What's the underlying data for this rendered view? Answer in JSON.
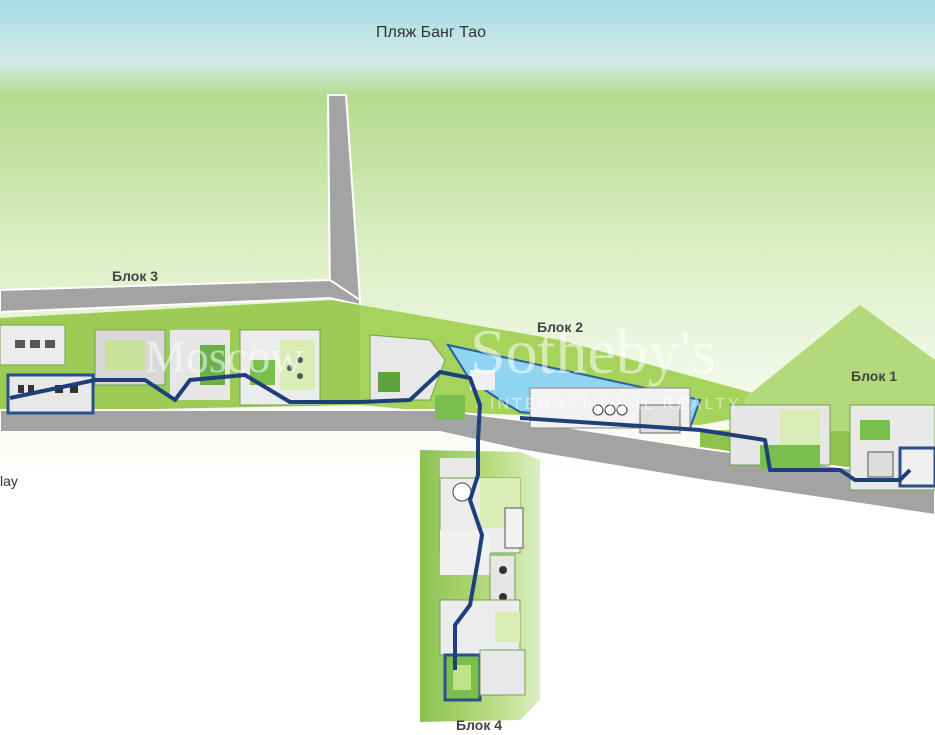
{
  "map": {
    "beach_label": "Пляж Банг Тао",
    "blocks": [
      {
        "id": "block-1",
        "label": "Блок 1"
      },
      {
        "id": "block-2",
        "label": "Блок 2"
      },
      {
        "id": "block-3",
        "label": "Блок 3"
      },
      {
        "id": "block-4",
        "label": "Блок 4"
      }
    ],
    "cut_label": "lay",
    "watermark": {
      "left": "Moscow",
      "right": "Sotheby's",
      "tagline": "INTERNATIONAL REALTY"
    },
    "colors": {
      "sky": "#a6dbe8",
      "lawn": "#9ccc55",
      "lawn_dark": "#5f9f2c",
      "road": "#a3a3a3",
      "building": "#e6e6e6",
      "path": "#1e3f78",
      "pool": "#8fd4f0"
    }
  }
}
